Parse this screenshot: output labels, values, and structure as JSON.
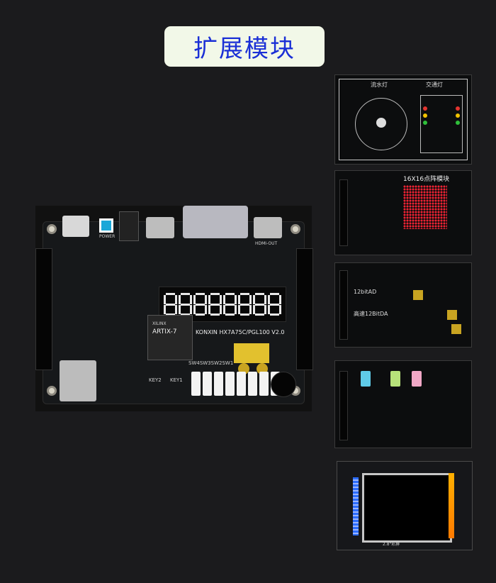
{
  "header": {
    "title": "扩展模块"
  },
  "board": {
    "power_label": "POWER",
    "hdmi_out_label": "HDMI-OUT",
    "display_digits": "88888888",
    "model_label": "KONXIN HX7A75C/PGL100 V2.0",
    "chip_brand": "XILINX",
    "chip_label": "ARTIX-7",
    "switch_label": "SW4SW3SW2SW1",
    "key_labels": [
      "KEY2",
      "KEY1"
    ]
  },
  "modules": [
    {
      "name": "traffic-led-module",
      "labels": [
        "流水灯",
        "交通灯"
      ]
    },
    {
      "name": "dot-matrix-module",
      "labels": [
        "16X16点阵模块"
      ]
    },
    {
      "name": "adda-module",
      "labels": [
        "12bitAD",
        "高速12BitDA"
      ]
    },
    {
      "name": "audio-module",
      "labels": []
    },
    {
      "name": "lcd-module",
      "labels": [
        "2.8\"彩屏"
      ]
    }
  ]
}
